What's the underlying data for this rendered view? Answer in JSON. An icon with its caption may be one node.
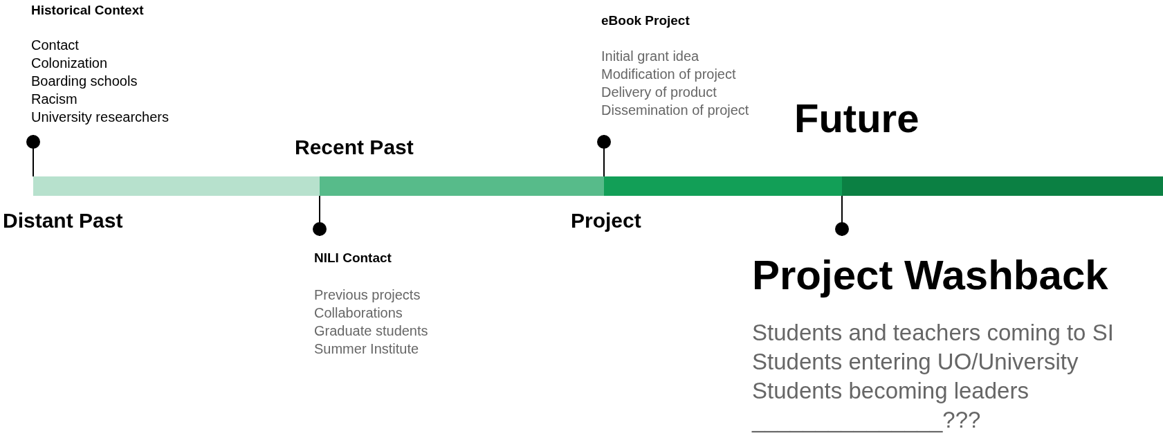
{
  "diagram": {
    "nodes": [
      {
        "text": [],
        "shape": "bar",
        "beside": [
          "Distant Past"
        ]
      },
      {
        "text": [],
        "shape": "bar",
        "beside": [
          "Recent Past"
        ]
      },
      {
        "text": [],
        "shape": "bar",
        "beside": [
          "Project"
        ]
      },
      {
        "text": [],
        "shape": "bar",
        "beside": [
          "Future"
        ]
      },
      {
        "text": [
          "Historical Context",
          "Contact",
          "Colonization",
          "Boarding schools",
          "Racism",
          "University researchers"
        ]
      },
      {
        "text": [
          "NILI Contact",
          "Previous projects",
          "Collaborations",
          "Graduate students",
          "Summer Institute"
        ]
      },
      {
        "text": [
          "eBook Project",
          "Initial grant idea",
          "Modification of project",
          "Delivery of product",
          "Dissemination of project"
        ]
      },
      {
        "text": [
          "Project Washback",
          "Students and teachers coming to SI",
          "Students entering UO/University",
          "Students becoming leaders",
          "_______________???"
        ]
      }
    ],
    "edges": [
      {
        "from": 4,
        "to": 0,
        "arrow": "other"
      },
      {
        "from": 5,
        "to": 1,
        "arrow": "other"
      },
      {
        "from": 6,
        "to": 2,
        "arrow": "other"
      },
      {
        "from": 7,
        "to": 3,
        "arrow": "other"
      }
    ]
  }
}
